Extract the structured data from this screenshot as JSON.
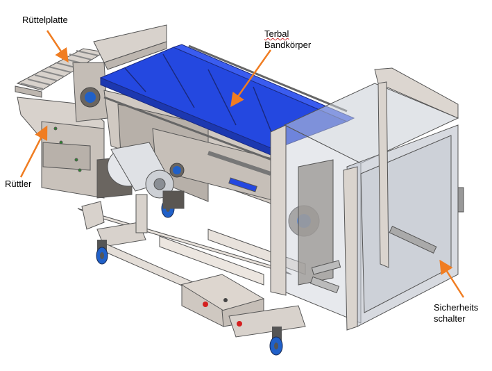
{
  "labels": {
    "ruettelplatte": "Rüttelplatte",
    "terbal_line1": "Terbal",
    "terbal_line2": "Bandkörper",
    "ruettler": "Rüttler",
    "sicherheits_line1": "Sicherheits",
    "sicherheits_line2": "schalter"
  },
  "colors": {
    "arrow": "#f07d22",
    "belt": "#2448e0",
    "frame": "#d8d2cc",
    "steel": "#9e9a96",
    "glass": "#c9ced6",
    "wheel": "#2060c8",
    "red_dot": "#d42020"
  }
}
